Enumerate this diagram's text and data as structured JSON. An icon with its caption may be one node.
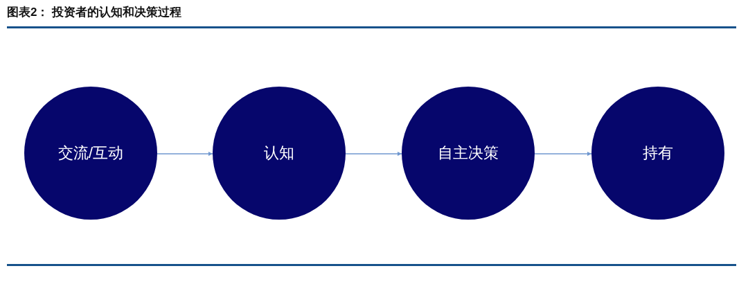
{
  "diagram": {
    "title": "图表2： 投资者的认知和决策过程",
    "nodes": [
      {
        "text": [
          "交流/互动"
        ]
      },
      {
        "text": [
          "认知"
        ]
      },
      {
        "text": [
          "自主决策"
        ]
      },
      {
        "text": [
          "持有"
        ]
      }
    ],
    "edges": [
      {
        "from": 0,
        "to": 1,
        "arrow": "to"
      },
      {
        "from": 1,
        "to": 2,
        "arrow": "to"
      },
      {
        "from": 2,
        "to": 3,
        "arrow": "to"
      }
    ]
  }
}
